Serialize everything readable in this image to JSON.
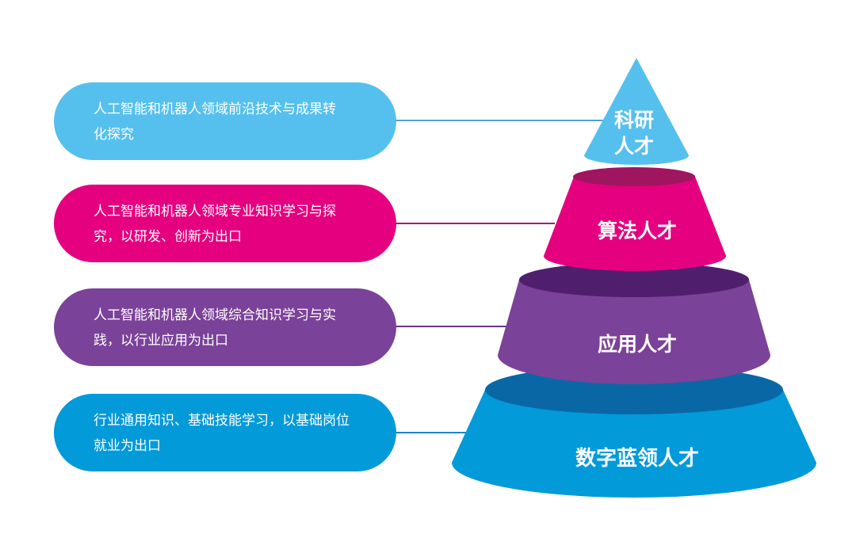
{
  "levels": [
    {
      "label_lines": [
        "科研",
        "人才"
      ],
      "description_lines": [
        "人工智能和机器人领域前沿技术与成果转",
        "化探究"
      ],
      "color": "#55c0ee"
    },
    {
      "label_lines": [
        "算法人才"
      ],
      "description_lines": [
        "人工智能和机器人领域专业知识学习与探",
        "究，以研发、创新为出口"
      ],
      "color": "#e5007f",
      "top_color": "#a0155f"
    },
    {
      "label_lines": [
        "应用人才"
      ],
      "description_lines": [
        "人工智能和机器人领域综合知识学习与实",
        "践，以行业应用为出口"
      ],
      "color": "#7b4299",
      "top_color": "#4f1f6e"
    },
    {
      "label_lines": [
        "数字蓝领人才"
      ],
      "description_lines": [
        "行业通用知识、基础技能学习，以基础岗位",
        "就业为出口"
      ],
      "color": "#029ad9",
      "top_color": "#0a67a6"
    }
  ]
}
